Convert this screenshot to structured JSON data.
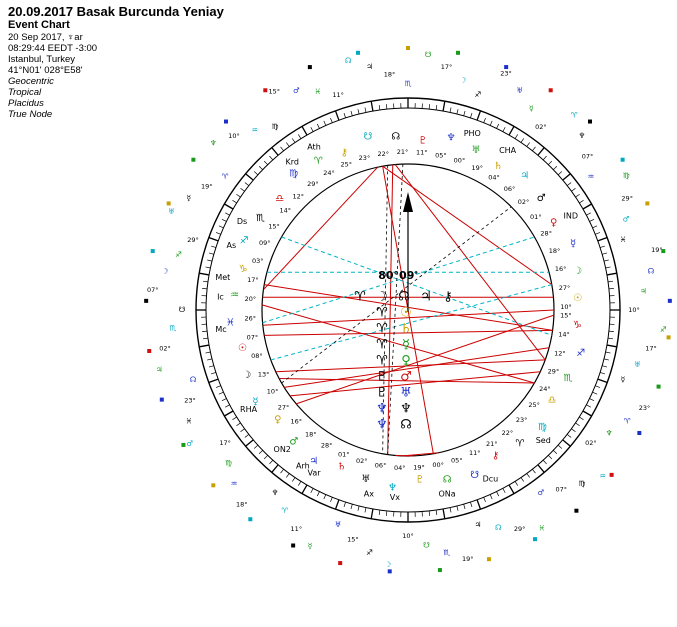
{
  "header": {
    "title": "20.09.2017 Basak Burcunda Yeniay",
    "chart_type": "Event Chart",
    "date_line": "20 Sep 2017, ♆ar",
    "time_line": "08:29:44  EEDT  -3:00",
    "place": "Istanbul, Turkey",
    "coords": "41°N01' 028°E58'",
    "options": [
      "Geocentric",
      "Tropical",
      "Placidus",
      "True Node"
    ]
  },
  "center": {
    "degree_label": "80°09'",
    "glyph_rows": [
      [
        "♈",
        "☽",
        "☊",
        "♃",
        "⚷"
      ],
      [
        "♈",
        "☉"
      ],
      [
        "♈",
        "♄"
      ],
      [
        "♈",
        "☿"
      ],
      [
        "♈",
        "♀"
      ],
      [
        "♇",
        "♂"
      ],
      [
        "♇",
        "♅"
      ],
      [
        "♆",
        "♆"
      ],
      [
        "♆",
        "☊"
      ]
    ]
  },
  "inner_labels": [
    {
      "text": "Ds",
      "a": 152
    },
    {
      "text": "As",
      "a": 160
    },
    {
      "text": "Ic",
      "a": 176
    },
    {
      "text": "Mc",
      "a": 186
    },
    {
      "text": "Met",
      "a": 170
    },
    {
      "text": "RHA",
      "a": 212
    },
    {
      "text": "ON2",
      "a": 228
    },
    {
      "text": "Arh",
      "a": 236
    },
    {
      "text": "Krd",
      "a": 128
    },
    {
      "text": "Ath",
      "a": 120
    },
    {
      "text": "PHO",
      "a": 70
    },
    {
      "text": "CHA",
      "a": 58
    },
    {
      "text": "IND",
      "a": 30
    },
    {
      "text": "Ax",
      "a": 258
    },
    {
      "text": "Vx",
      "a": 266
    },
    {
      "text": "ONa",
      "a": 282
    },
    {
      "text": "Dcu",
      "a": 296
    },
    {
      "text": "Sed",
      "a": 316
    },
    {
      "text": "Var",
      "a": 240
    }
  ],
  "degree_labels": [
    "10°",
    "27°",
    "16°",
    "18°",
    "28°",
    "01°",
    "02°",
    "06°",
    "04°",
    "19°",
    "00°",
    "05°",
    "11°",
    "21°",
    "22°",
    "23°",
    "25°",
    "24°",
    "29°",
    "12°",
    "14°",
    "15°",
    "09°",
    "03°",
    "17°",
    "20°",
    "26°",
    "07°",
    "08°",
    "13°"
  ],
  "colors": {
    "aspect_red": "#cc0000",
    "aspect_cyan": "#00b4c8",
    "aspect_black": "#000000",
    "glyph_green": "#1a9a1a",
    "glyph_blue": "#1c2fc8",
    "glyph_red": "#d01010",
    "glyph_orange": "#c8a000",
    "glyph_cyan": "#00a8c0"
  }
}
